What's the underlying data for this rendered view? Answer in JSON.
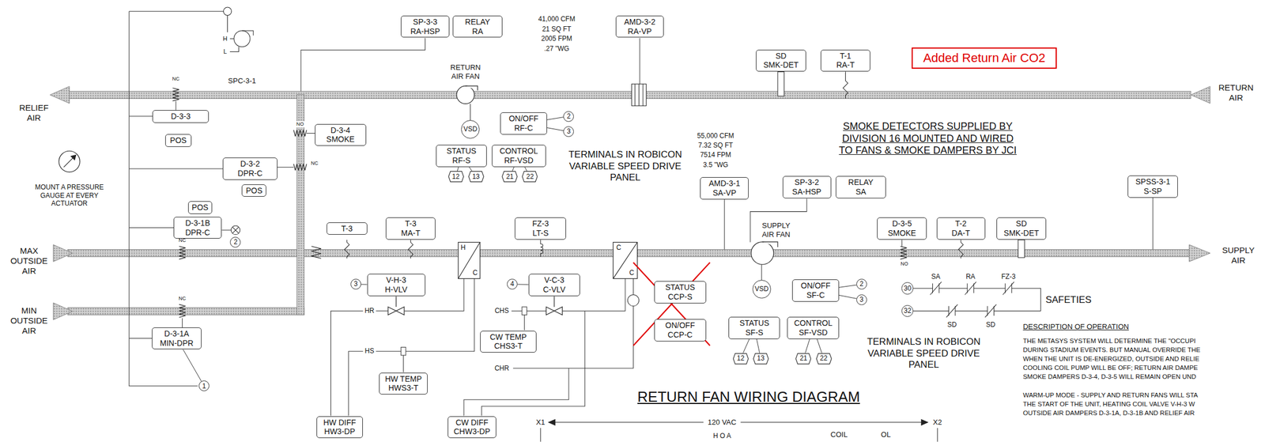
{
  "diagram": {
    "nodes": [
      {
        "text": [
          "SP-3-3",
          "RA-HSP"
        ]
      },
      {
        "text": [
          "RELAY",
          "RA"
        ]
      },
      {
        "text": [
          "AMD-3-2",
          "RA-VP"
        ]
      },
      {
        "text": [
          "SD",
          "SMK-DET"
        ]
      },
      {
        "text": [
          "T-1",
          "RA-T"
        ]
      },
      {
        "text": [
          "Added Return Air CO2"
        ]
      },
      {
        "text": [
          "D-3-3"
        ]
      },
      {
        "text": [
          "POS"
        ]
      },
      {
        "text": [
          "D-3-4",
          "SMOKE"
        ]
      },
      {
        "text": [
          "VSD"
        ]
      },
      {
        "text": [
          "ON/OFF",
          "RF-C"
        ]
      },
      {
        "text": [
          "2"
        ]
      },
      {
        "text": [
          "3"
        ]
      },
      {
        "text": [
          "STATUS",
          "RF-S"
        ]
      },
      {
        "text": [
          "CONTROL",
          "RF-VSD"
        ]
      },
      {
        "text": [
          "12"
        ]
      },
      {
        "text": [
          "13"
        ]
      },
      {
        "text": [
          "21"
        ]
      },
      {
        "text": [
          "22"
        ]
      },
      {
        "text": [
          "D-3-2",
          "DPR-C"
        ]
      },
      {
        "text": [
          "POS"
        ]
      },
      {
        "text": [
          "POS"
        ]
      },
      {
        "text": [
          "D-3-1B",
          "DPR-C"
        ]
      },
      {
        "text": [
          "2"
        ]
      },
      {
        "text": [
          "T-3"
        ]
      },
      {
        "text": [
          "T-3",
          "MA-T"
        ]
      },
      {
        "text": [
          "FZ-3",
          "LT-S"
        ]
      },
      {
        "text": [
          "AMD-3-1",
          "SA-VP"
        ]
      },
      {
        "text": [
          "SP-3-2",
          "SA-HSP"
        ]
      },
      {
        "text": [
          "RELAY",
          "SA"
        ]
      },
      {
        "text": [
          "SPSS-3-1",
          "S-SP"
        ]
      },
      {
        "text": [
          "D-3-5",
          "SMOKE"
        ]
      },
      {
        "text": [
          "T-2",
          "DA-T"
        ]
      },
      {
        "text": [
          "SD",
          "SMK-DET"
        ]
      },
      {
        "text": [
          "3"
        ]
      },
      {
        "text": [
          "V-H-3",
          "H-VLV"
        ]
      },
      {
        "text": [
          "4"
        ]
      },
      {
        "text": [
          "V-C-3",
          "C-VLV"
        ]
      },
      {
        "text": [
          "STATUS",
          "CCP-S"
        ]
      },
      {
        "text": [
          "ON/OFF",
          "CCP-C"
        ]
      },
      {
        "text": [
          "VSD"
        ]
      },
      {
        "text": [
          "ON/OFF",
          "SF-C"
        ]
      },
      {
        "text": [
          "2"
        ]
      },
      {
        "text": [
          "3"
        ]
      },
      {
        "text": [
          "STATUS",
          "SF-S"
        ]
      },
      {
        "text": [
          "CONTROL",
          "SF-VSD"
        ]
      },
      {
        "text": [
          "12"
        ]
      },
      {
        "text": [
          "13"
        ]
      },
      {
        "text": [
          "21"
        ]
      },
      {
        "text": [
          "22"
        ]
      },
      {
        "text": [
          "30"
        ]
      },
      {
        "text": [
          "32"
        ]
      },
      {
        "text": [
          "CW TEMP",
          "CHS3-T"
        ]
      },
      {
        "text": [
          "D-3-1A",
          "MIN-DPR"
        ]
      },
      {
        "text": [
          "HW TEMP",
          "HWS3-T"
        ]
      },
      {
        "text": [
          "1"
        ]
      },
      {
        "text": [
          "HW DIFF",
          "HW3-DP"
        ]
      },
      {
        "text": [
          "CW DIFF",
          "CHW3-DP"
        ]
      }
    ],
    "edges": [
      {
        "from": 10,
        "to": 11,
        "arrow": "none"
      },
      {
        "from": 10,
        "to": 12,
        "arrow": "none"
      },
      {
        "from": 13,
        "to": 15,
        "arrow": "none"
      },
      {
        "from": 13,
        "to": 16,
        "arrow": "none"
      },
      {
        "from": 14,
        "to": 17,
        "arrow": "none"
      },
      {
        "from": 14,
        "to": 18,
        "arrow": "none"
      },
      {
        "from": 34,
        "to": 35,
        "arrow": "none"
      },
      {
        "from": 36,
        "to": 37,
        "arrow": "none"
      },
      {
        "from": 41,
        "to": 42,
        "arrow": "none"
      },
      {
        "from": 41,
        "to": 43,
        "arrow": "none"
      },
      {
        "from": 44,
        "to": 46,
        "arrow": "none"
      },
      {
        "from": 44,
        "to": 47,
        "arrow": "none"
      },
      {
        "from": 45,
        "to": 48,
        "arrow": "none"
      },
      {
        "from": 45,
        "to": 49,
        "arrow": "none"
      },
      {
        "from": 55,
        "to": 53,
        "arrow": "none"
      }
    ],
    "labels": [
      "RELIEF AIR",
      "RETURN AIR",
      "MAX OUTSIDE AIR",
      "MIN OUTSIDE AIR",
      "SUPPLY AIR",
      "SPC-3-1",
      "H",
      "L",
      "RETURN AIR FAN",
      "41,000 CFM",
      "21 SQ FT",
      "2005 FPM",
      ".27 \"WG",
      "55,000 CFM",
      "7.32 SQ FT",
      "7514 FPM",
      "3.5 \"WG",
      "SMOKE DETECTORS SUPPLIED BY DIVISION 16 MOUNTED AND WIRED TO FANS & SMOKE DAMPERS BY JCI",
      "TERMINALS IN ROBICON VARIABLE SPEED DRIVE PANEL",
      "MOUNT A PRESSURE GAUGE AT EVERY ACTUATOR",
      "SUPPLY AIR FAN",
      "TERMINALS IN ROBICON VARIABLE SPEED DRIVE PANEL",
      "SAFETIES",
      "SA",
      "RA",
      "FZ-3",
      "SD",
      "SD",
      "HR",
      "HS",
      "CHS",
      "CHR",
      "H",
      "C",
      "C",
      "C",
      "NC",
      "NO",
      "NC",
      "NC",
      "NC",
      "NO",
      "RETURN FAN WIRING DIAGRAM",
      "X1",
      "120 VAC",
      "X2",
      "H O A",
      "COIL",
      "OL",
      "DESCRIPTION OF OPERATION",
      "THE METASYS SYSTEM WILL DETERMINE THE \"OCCUPI",
      "DURING STADIUM EVENTS. BUT MANUAL OVERRIDE THE",
      "WHEN THE UNIT IS DE-ENERGIZED, OUTSIDE AND RELIE",
      "COOLING COIL PUMP WILL BE OFF; RETURN AIR DAMPE",
      "SMOKE DAMPERS D-3-4, D-3-5 WILL REMAIN OPEN UND",
      "WARM-UP MODE - SUPPLY AND RETURN FANS WILL STA",
      "THE START OF THE UNIT, HEATING COIL VALVE V-H-3 W",
      "OUTSIDE AIR DAMPERS D-3-1A, D-3-1B AND RELIEF AIR"
    ]
  }
}
